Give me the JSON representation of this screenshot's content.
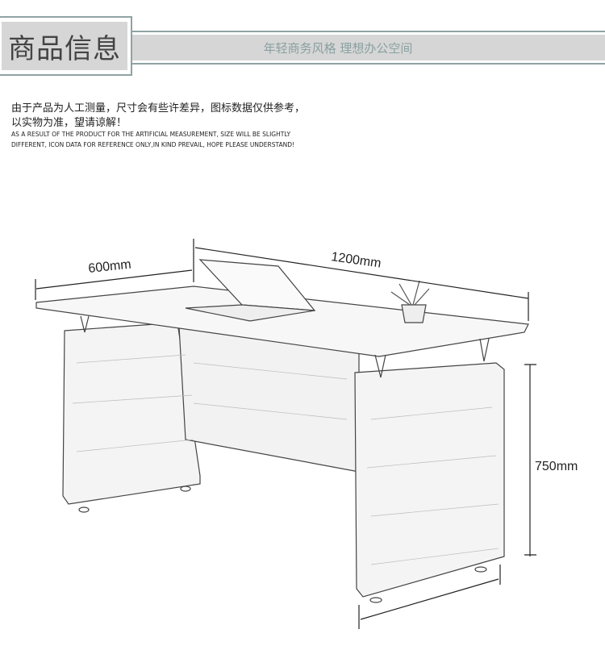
{
  "header": {
    "title": "商品信息",
    "subtitle": "年轻商务风格  理想办公空间"
  },
  "notice": {
    "cn_line1": "由于产品为人工测量，尺寸会有些许差异，图标数据仅供参考，",
    "cn_line2": "以实物为准，望请谅解！",
    "en_line1": "AS A RESULT OF THE PRODUCT FOR THE ARTIFICIAL MEASUREMENT, SIZE WILL BE SLIGHTLY",
    "en_line2": "DIFFERENT, ICON DATA FOR REFERENCE ONLY,IN KIND PREVAIL, HOPE PLEASE UNDERSTAND!"
  },
  "dimensions": {
    "depth": "600mm",
    "width": "1200mm",
    "height": "750mm"
  }
}
